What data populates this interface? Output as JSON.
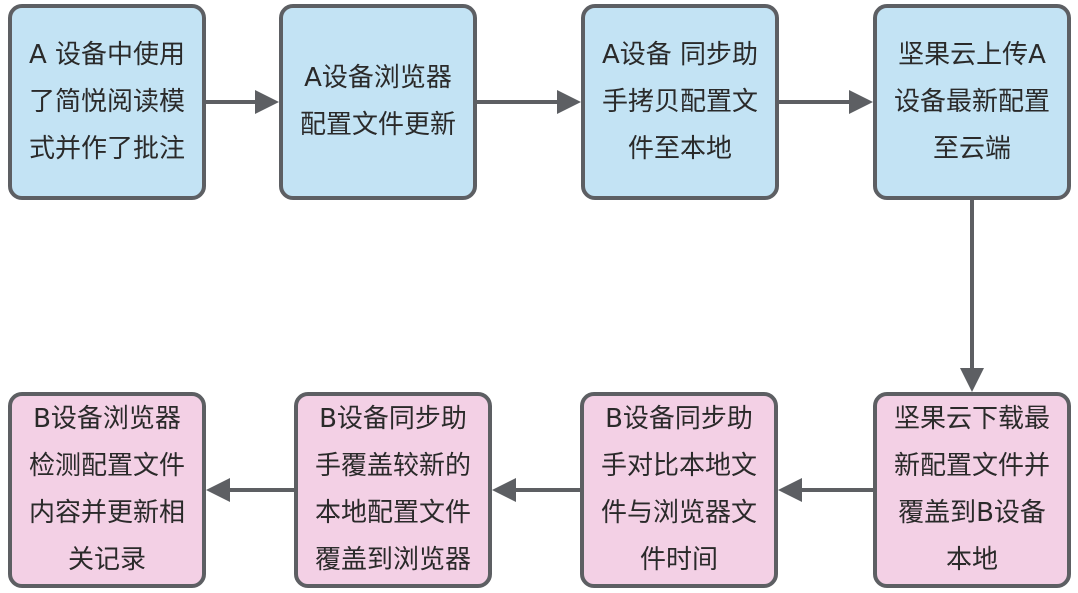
{
  "nodes": [
    {
      "id": "n1",
      "lines": [
        "A 设备中使用",
        "了简悦阅读模",
        "式并作了批注"
      ]
    },
    {
      "id": "n2",
      "lines": [
        "A设备浏览器",
        "配置文件更新"
      ]
    },
    {
      "id": "n3",
      "lines": [
        "A设备 同步助",
        "手拷贝配置文",
        "件至本地"
      ]
    },
    {
      "id": "n4",
      "lines": [
        "坚果云上传A",
        "设备最新配置",
        "至云端"
      ]
    },
    {
      "id": "n5",
      "lines": [
        "B设备浏览器",
        "检测配置文件",
        "内容并更新相",
        "关记录"
      ]
    },
    {
      "id": "n6",
      "lines": [
        "B设备同步助",
        "手覆盖较新的",
        "本地配置文件",
        "覆盖到浏览器"
      ]
    },
    {
      "id": "n7",
      "lines": [
        "B设备同步助",
        "手对比本地文",
        "件与浏览器文",
        "件时间"
      ]
    },
    {
      "id": "n8",
      "lines": [
        "坚果云下载最",
        "新配置文件并",
        "覆盖到B设备",
        "本地"
      ]
    }
  ],
  "colors": {
    "top_row_fill": "#c3e3f4",
    "bottom_row_fill": "#f3d0e5",
    "border": "#5d5f63",
    "arrow": "#5d5f63"
  },
  "edges": [
    {
      "from": "n1",
      "to": "n2"
    },
    {
      "from": "n2",
      "to": "n3"
    },
    {
      "from": "n3",
      "to": "n4"
    },
    {
      "from": "n4",
      "to": "n8"
    },
    {
      "from": "n8",
      "to": "n7"
    },
    {
      "from": "n7",
      "to": "n6"
    },
    {
      "from": "n6",
      "to": "n5"
    }
  ]
}
